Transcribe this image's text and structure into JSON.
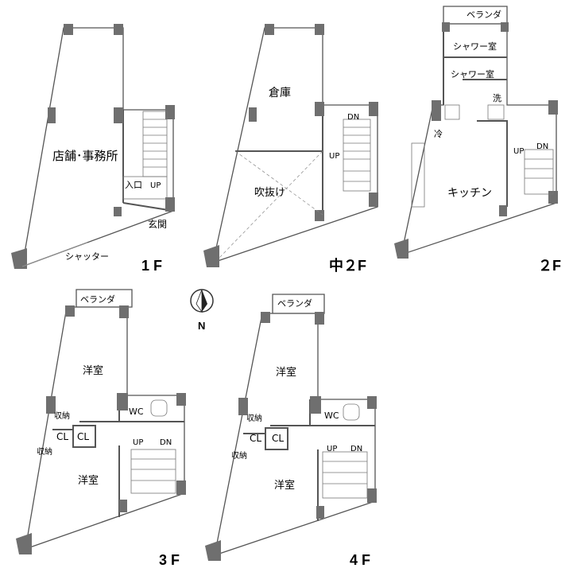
{
  "floors": {
    "f1": {
      "label": "1 F",
      "rooms": {
        "shop_office": "店舗･事務所",
        "entrance_in": "入口",
        "up": "UP",
        "genkan": "玄関",
        "shutter": "シャッター"
      }
    },
    "fm2": {
      "label": "中２F",
      "rooms": {
        "storage": "倉庫",
        "void": "吹抜け",
        "up": "UP",
        "dn": "DN"
      }
    },
    "f2": {
      "label": "２F",
      "rooms": {
        "veranda": "ベランダ",
        "shower1": "シャワー室",
        "shower2": "シャワー室",
        "wash": "洗",
        "fridge": "冷",
        "kitchen": "キッチン",
        "up": "UP",
        "dn": "DN"
      }
    },
    "f3": {
      "label": "3 F",
      "rooms": {
        "veranda": "ベランダ",
        "western1": "洋室",
        "wc": "WC",
        "storage1": "収納",
        "cl1": "CL",
        "cl2": "CL",
        "storage2": "収納",
        "up": "UP",
        "dn": "DN",
        "western2": "洋室"
      }
    },
    "f4": {
      "label": "4 F",
      "rooms": {
        "veranda": "ベランダ",
        "western1": "洋室",
        "wc": "WC",
        "storage1": "収納",
        "cl1": "CL",
        "cl2": "CL",
        "storage2": "収納",
        "up": "UP",
        "dn": "DN",
        "western2": "洋室"
      }
    }
  },
  "compass": {
    "label": "N"
  }
}
